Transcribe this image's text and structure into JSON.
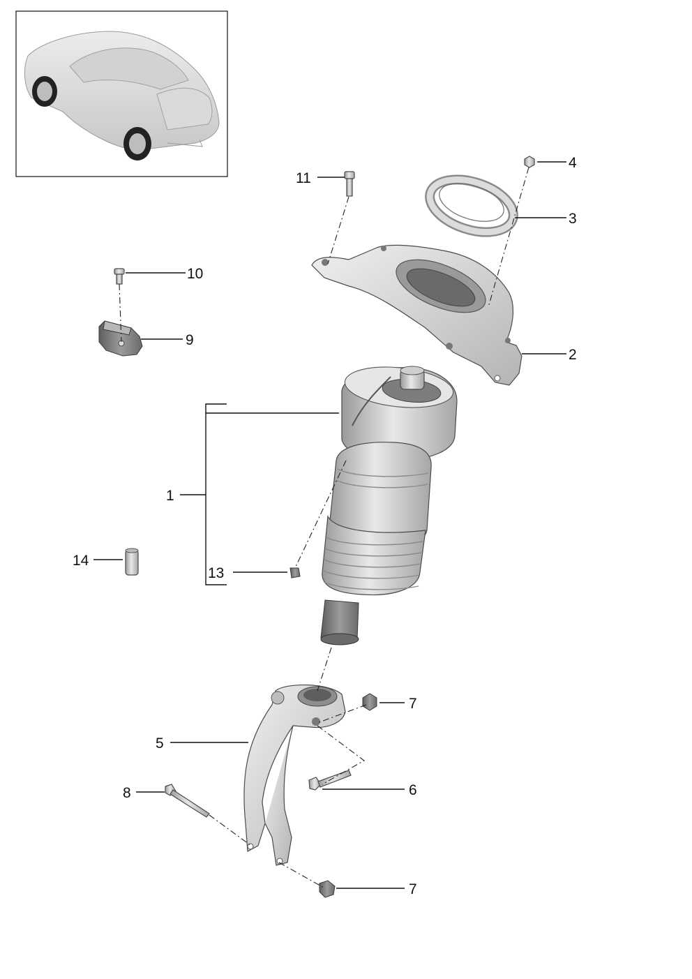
{
  "diagram": {
    "callouts": [
      {
        "id": "c1",
        "label": "1"
      },
      {
        "id": "c2",
        "label": "2"
      },
      {
        "id": "c3",
        "label": "3"
      },
      {
        "id": "c4",
        "label": "4"
      },
      {
        "id": "c5",
        "label": "5"
      },
      {
        "id": "c6",
        "label": "6"
      },
      {
        "id": "c7a",
        "label": "7"
      },
      {
        "id": "c7b",
        "label": "7"
      },
      {
        "id": "c8",
        "label": "8"
      },
      {
        "id": "c9",
        "label": "9"
      },
      {
        "id": "c10",
        "label": "10"
      },
      {
        "id": "c11",
        "label": "11"
      },
      {
        "id": "c13",
        "label": "13"
      },
      {
        "id": "c14",
        "label": "14"
      }
    ],
    "colors": {
      "part_light": "#e4e4e4",
      "part_mid": "#c2c2c2",
      "part_dark": "#8c8c8c",
      "line": "#111111"
    }
  }
}
